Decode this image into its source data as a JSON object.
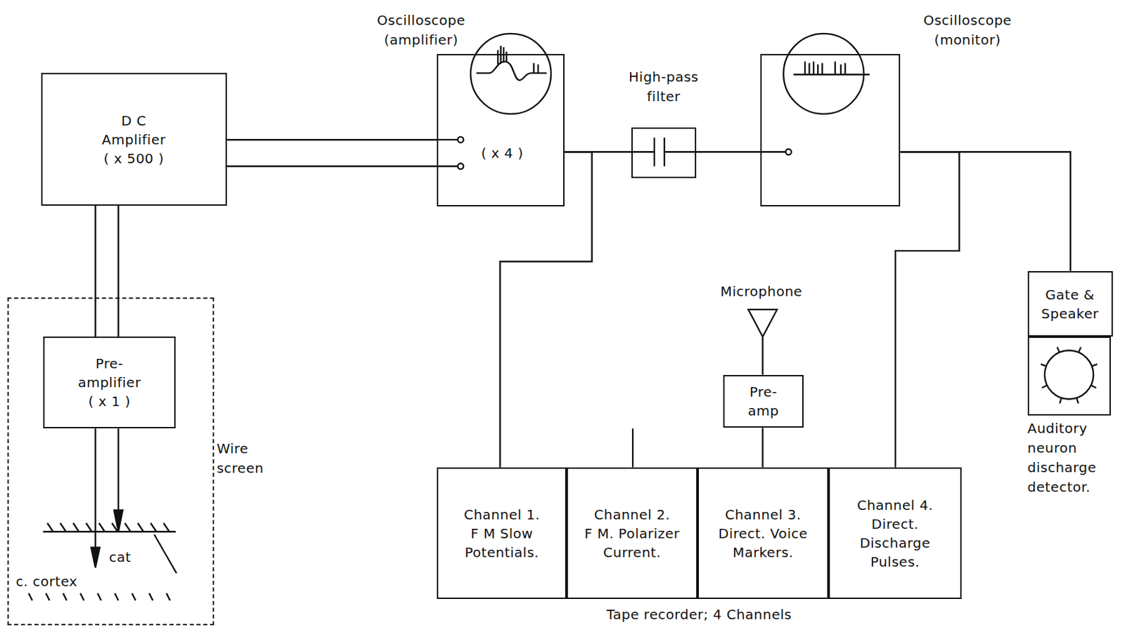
{
  "diagram": {
    "nodes": [
      {
        "text": [
          "D C Amplifier",
          "( x 500 )"
        ]
      },
      {
        "text": [
          "Wire screen"
        ]
      },
      {
        "text": [
          "Pre- amplifier",
          "( x 1 )"
        ],
        "in": 1
      },
      {
        "text": [
          "Oscilloscope (amplifier)",
          "( x 4 )"
        ]
      },
      {
        "text": [
          "High-pass filter"
        ]
      },
      {
        "text": [
          "Oscilloscope (monitor)"
        ]
      },
      {
        "text": [
          "Gate & Speaker"
        ]
      },
      {
        "text": [
          "Auditory neuron discharge detector."
        ]
      },
      {
        "text": [
          "Microphone"
        ]
      },
      {
        "text": [
          "Pre- amp"
        ]
      },
      {
        "text": [
          "Tape recorder; 4 Channels"
        ]
      },
      {
        "text": [
          "Channel 1.",
          "F M Slow Potentials."
        ],
        "in": 10
      },
      {
        "text": [
          "Channel 2.",
          "F M. Polarizer Current."
        ],
        "in": 10
      },
      {
        "text": [
          "Channel 3.",
          "Direct. Voice Markers."
        ],
        "in": 10
      },
      {
        "text": [
          "Channel 4.",
          "Direct. Discharge Pulses."
        ],
        "in": 10
      }
    ],
    "edges": [
      {
        "from": 2,
        "to": 0,
        "arrow": "none"
      },
      {
        "from": 0,
        "to": 3,
        "arrow": "none"
      },
      {
        "from": 3,
        "to": 4,
        "arrow": "none"
      },
      {
        "from": 4,
        "to": 5,
        "arrow": "none"
      },
      {
        "from": 5,
        "to": 6,
        "arrow": "none"
      },
      {
        "from": 3,
        "to": 11,
        "arrow": "none"
      },
      {
        "from": 5,
        "to": 14,
        "arrow": "none"
      },
      {
        "from": 8,
        "to": 9,
        "arrow": "none"
      },
      {
        "from": 9,
        "to": 13,
        "arrow": "none"
      }
    ],
    "labels": [
      "cat",
      "c. cortex"
    ]
  }
}
